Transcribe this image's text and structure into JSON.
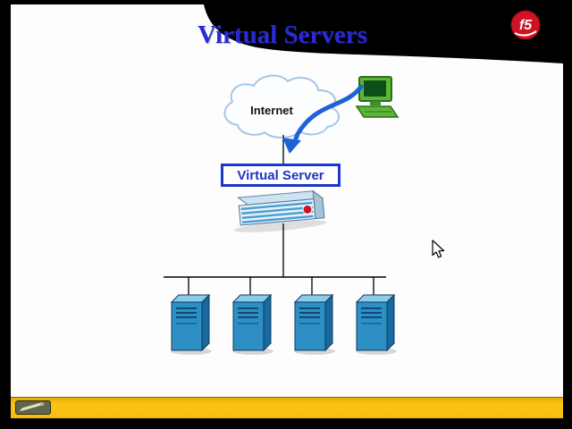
{
  "slide": {
    "title": "Virtual Servers"
  },
  "logo": {
    "text": "f5",
    "color": "#cf1322"
  },
  "diagram": {
    "internet_label": "Internet",
    "virtual_server_label": "Virtual Server",
    "server_count": 4,
    "colors": {
      "title_blue": "#2a2ad2",
      "box_border_blue": "#1d35c8",
      "arrow_blue": "#1e63d6",
      "server_front_blue": "#2e8fc4",
      "server_top_blue": "#8ccbec",
      "workstation_green": "#5cb636",
      "cloud_outline": "#a4c6e6",
      "toolbar_yellow": "#f6bd0e",
      "swoosh_black": "#000000"
    },
    "icons": {
      "cloud": "cloud",
      "workstation": "desktop-computer",
      "appliance": "f5-bigip-device",
      "server": "server-tower",
      "arrow": "curved-arrow",
      "cursor": "arrow-pointer",
      "pencil": "pencil"
    }
  }
}
